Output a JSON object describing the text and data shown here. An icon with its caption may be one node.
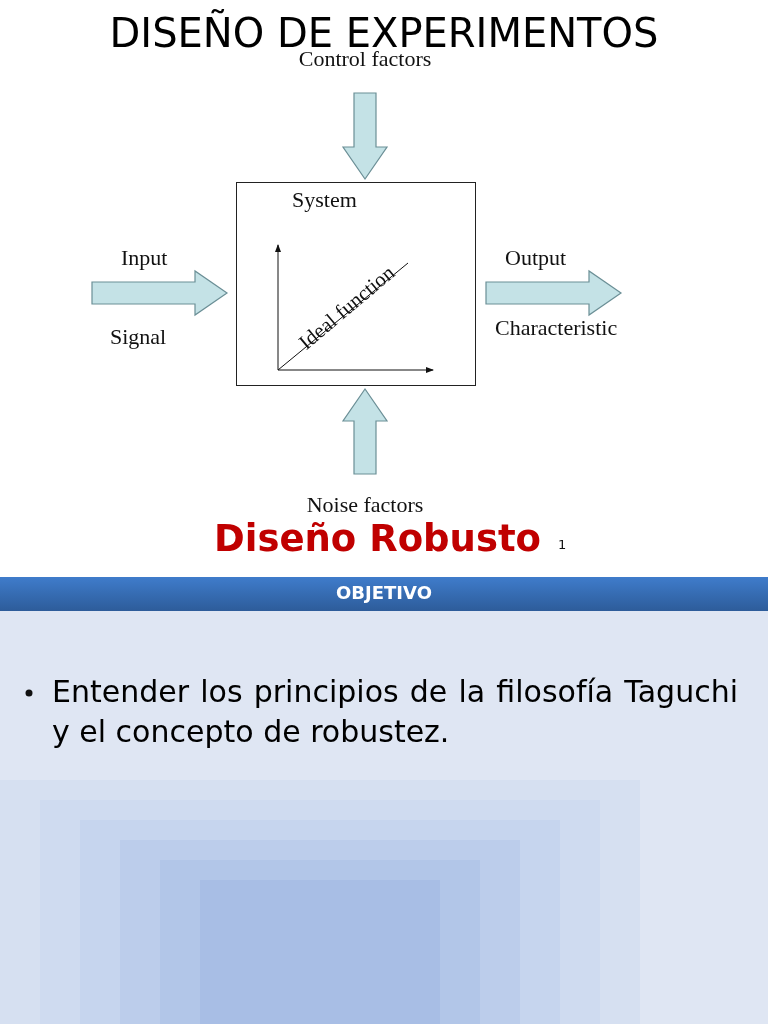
{
  "diagram": {
    "title": "DISEÑO DE EXPERIMENTOS",
    "nodes": [
      {
        "text": [
          "System"
        ]
      },
      {
        "text": [
          "Control factors"
        ]
      },
      {
        "text": [
          "Noise factors"
        ]
      }
    ],
    "edges": [
      {
        "from": 1,
        "to": 0,
        "arrow": "to"
      },
      {
        "from": null,
        "to": 0,
        "arrow": "to"
      },
      {
        "from": 0,
        "to": null,
        "arrow": "to"
      },
      {
        "from": 2,
        "to": 0,
        "arrow": "to"
      }
    ],
    "labels": [
      "Input",
      "Signal",
      "Output",
      "Characteristic",
      "Ideal function",
      "Diseño Robusto",
      "1",
      "OBJETIVO",
      "Entender los principios de la filosofía Taguchi y el concepto de robustez."
    ]
  }
}
